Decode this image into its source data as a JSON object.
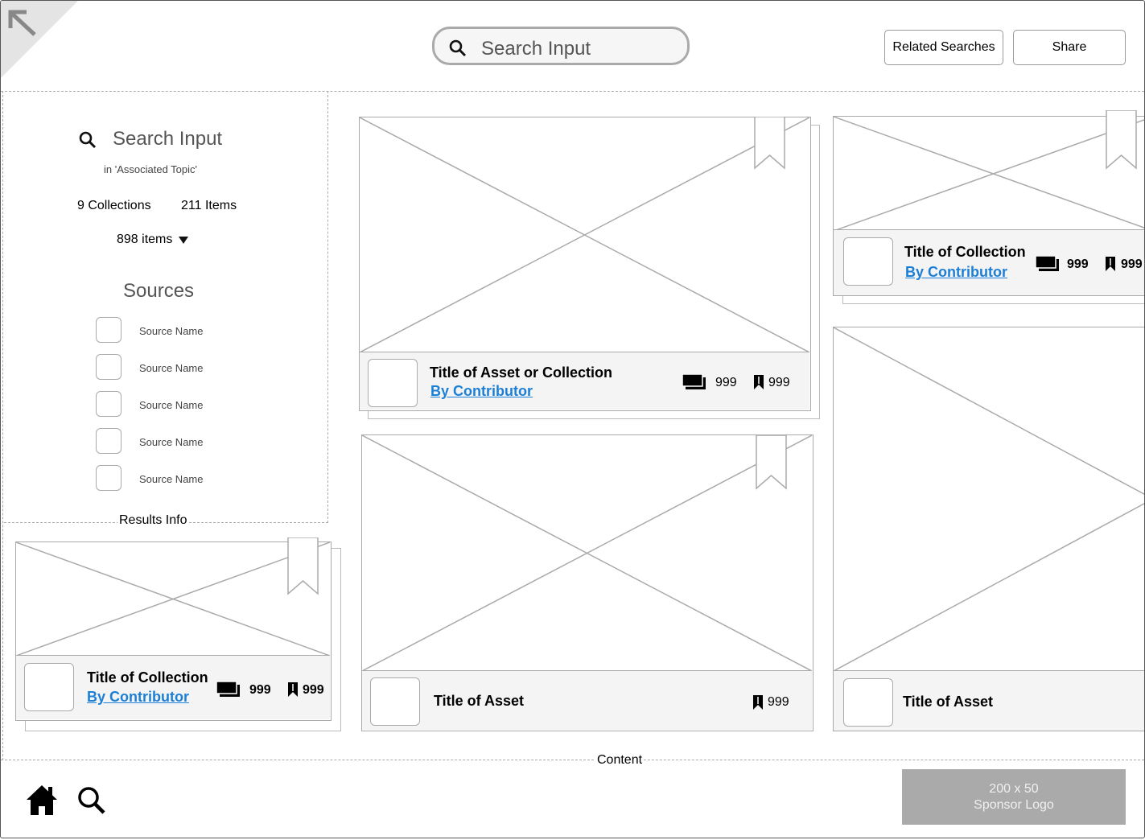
{
  "header": {
    "search_placeholder": "Search Input",
    "related_searches_label": "Related Searches",
    "share_label": "Share"
  },
  "results_info": {
    "query": "Search Input",
    "topic_note": "in 'Associated Topic'",
    "collections_count": "9 Collections",
    "items_count": "211 Items",
    "items_dropdown": "898 items",
    "sources_heading": "Sources",
    "sources": [
      "Source Name",
      "Source Name",
      "Source Name",
      "Source Name",
      "Source Name"
    ],
    "caption": "Results Info"
  },
  "cards": {
    "featured": {
      "title": "Title of Asset or Collection",
      "contributor": "By Contributor",
      "items": "999",
      "bookmarks": "999"
    },
    "top_right": {
      "title": "Title of Collection",
      "contributor": "By Contributor",
      "items": "999",
      "bookmarks": "999"
    },
    "left_small": {
      "title": "Title of Collection",
      "contributor": "By Contributor",
      "items": "999",
      "bookmarks": "999"
    },
    "middle_asset": {
      "title": "Title of Asset",
      "bookmarks": "999"
    },
    "right_asset": {
      "title": "Title of Asset"
    }
  },
  "content_caption": "Content",
  "footer": {
    "sponsor_size": "200 x 50",
    "sponsor_label": "Sponsor Logo"
  }
}
